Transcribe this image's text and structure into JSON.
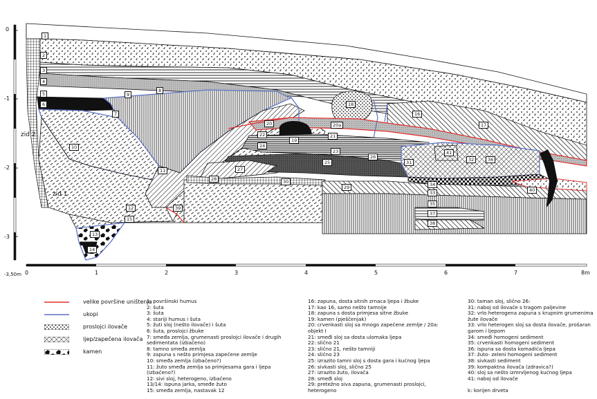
{
  "yticks": [
    "0",
    "-1",
    "-2",
    "-3",
    "-3,50m"
  ],
  "xticks": [
    "0",
    "1",
    "2",
    "3",
    "4",
    "5",
    "6",
    "7",
    "8m"
  ],
  "wall_labels": [
    "zid 2",
    "zid 1"
  ],
  "layer_labels": [
    "1",
    "2",
    "3",
    "4",
    "5",
    "6",
    "7",
    "8",
    "9",
    "10",
    "11",
    "12",
    "13",
    "14",
    "15",
    "16",
    "17",
    "18",
    "19",
    "20",
    "20a",
    "21",
    "22",
    "23",
    "24",
    "25",
    "26",
    "27",
    "28",
    "29",
    "30",
    "31",
    "32",
    "33",
    "34",
    "35",
    "36",
    "37",
    "38",
    "39",
    "40",
    "41"
  ],
  "legend": [
    {
      "label": "velike površine uništenja",
      "type": "line",
      "color": "#e03030"
    },
    {
      "label": "ukopi",
      "type": "line",
      "color": "#5a6fc4"
    },
    {
      "label": "proslojci ilovače",
      "type": "pattern",
      "pattern": "dots"
    },
    {
      "label": "ljep/zapečena ilovača",
      "type": "pattern",
      "pattern": "crosshatch"
    },
    {
      "label": "kamen",
      "type": "pattern",
      "pattern": "stones"
    }
  ],
  "descriptions_col1": [
    "1: površinski humus",
    "2: šuta",
    "3: šuta",
    "4: stariji humus i šuta",
    "5: žuti sloj (nešto ilovače) i šuta",
    "6: šuta, proslojci žbuke",
    "7: smeđa zemlja, grumenasti proslojci ilovače i drugih",
    "sedimentata (izbačeno)",
    "8: tamno smeđa zemlja",
    "9: zapuna s nešto primjesa zapečene zemlje",
    "10: smeđa zemlja (izbačeno?)",
    "11: žuto smeđa zemlja sa primjesama gara i ljepa",
    "(izbačeno?)",
    "12: sivi sloj, heterogeno, izbačeno",
    "13/14: ispuna jarka, smeđe žuto",
    "15: smeđa zemlja, nastavak 12"
  ],
  "descriptions_col2": [
    "16: zapuna, dosta sitnih zrnaca ljepa i žbuke",
    "17: kao 16, samo nešto tamnije",
    "18: zapuna s dosta primjesa sitne žbuke",
    "19: kamen (pješčenjak)",
    "20: crvenkasti sloj sa mnogo zapečene zemlje / 20a:",
    "objekt I",
    "21: smeđi sloj sa dosta ulomaka ljepa",
    "22: slično 21",
    "23: slično 21, nešto tamniji",
    "24: slično 23",
    "25: izrazito tamni sloj s dosta gara i kućnog ljepa",
    "26: sivkasti sloj, slično 25",
    "27: izrazito žuto, ilovača",
    "28: smeđi sloj",
    "29: pretežno siva zapuna, grumenasti proslojci,",
    "heterogeno"
  ],
  "descriptions_col3": [
    "30: taman sloj, slično 26:",
    "31: naboj od ilovače s tragom paljevine",
    "32: vrlo heterogena zapuna s krupnim grumenima",
    "žute ilovače",
    "33: vrlo heterogen sloj sa dosta ilovače, prošaran",
    "garom i ljepom",
    "34: smeđi homogeni sediment",
    "35: crvenkasti homogeni sediment",
    "36: ispuna sa dosta komadića ljepa",
    "37: žuto- zeleni homogeni sediment",
    "38: sivkasti sediment",
    "39: kompaktna ilovača (zdravica?)",
    "40: sloj sa nešto izmrvljenog kućnog ljepa",
    "41: naboj od ilovače"
  ],
  "note": "k: korijen drveta",
  "colors": {
    "destruction": "#e03030",
    "pits": "#5a6fc4",
    "ink": "#111111"
  }
}
